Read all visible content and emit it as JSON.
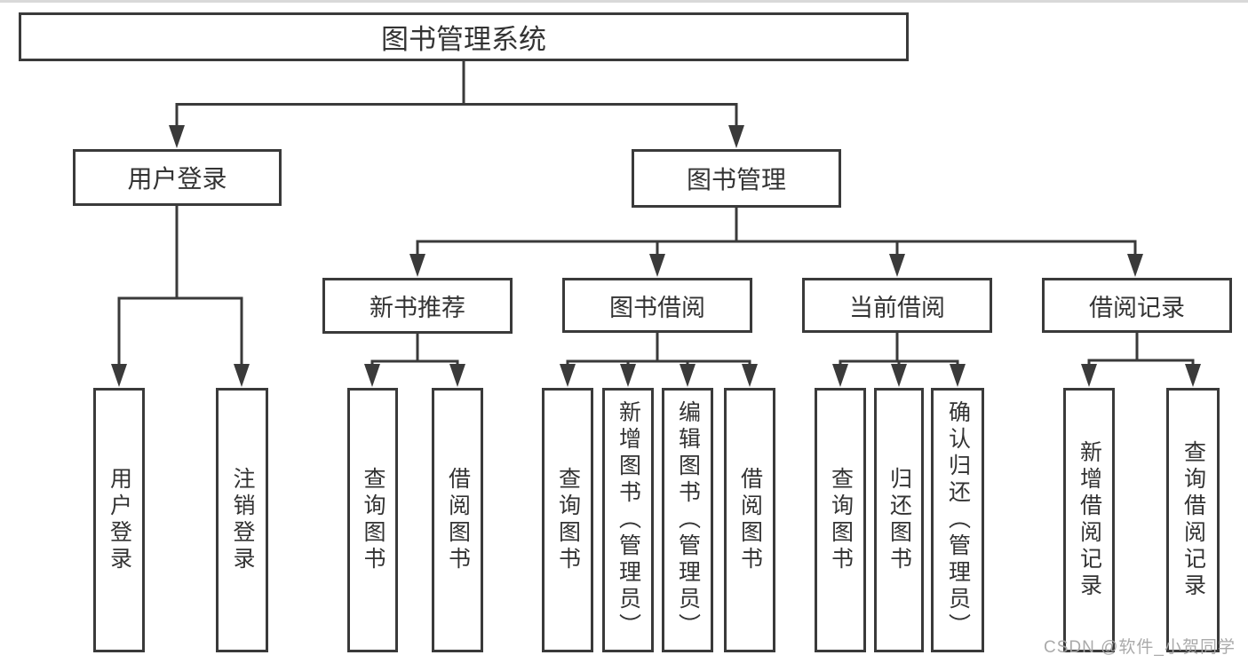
{
  "diagram_title": "图书管理系统",
  "colors": {
    "line": "#3a3a3a",
    "text": "#333333",
    "watermark": "#a5a5a5",
    "background": "#ffffff"
  },
  "tree": {
    "root": {
      "label": "图书管理系统"
    },
    "branches": [
      {
        "label": "用户登录",
        "children": [
          {
            "label": "用户登录"
          },
          {
            "label": "注销登录"
          }
        ]
      },
      {
        "label": "图书管理",
        "children": [
          {
            "label": "新书推荐",
            "children": [
              {
                "label": "查询图书"
              },
              {
                "label": "借阅图书"
              }
            ]
          },
          {
            "label": "图书借阅",
            "children": [
              {
                "label": "查询图书"
              },
              {
                "label": "新增图书（管理员）"
              },
              {
                "label": "编辑图书（管理员）"
              },
              {
                "label": "借阅图书"
              }
            ]
          },
          {
            "label": "当前借阅",
            "children": [
              {
                "label": "查询图书"
              },
              {
                "label": "归还图书"
              },
              {
                "label": "确认归还（管理员）"
              }
            ]
          },
          {
            "label": "借阅记录",
            "children": [
              {
                "label": "新增借阅记录"
              },
              {
                "label": "查询借阅记录"
              }
            ]
          }
        ]
      }
    ]
  },
  "watermark": {
    "text": "CSDN @软件_小贺同学"
  }
}
